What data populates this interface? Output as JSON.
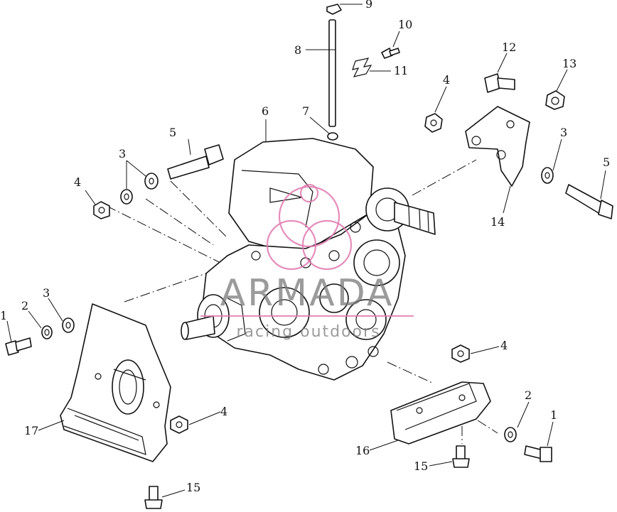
{
  "watermark": {
    "brand": "ARMADA",
    "tagline": "racing outdoors",
    "color": "#e07ab0"
  },
  "callouts": {
    "c1a": "1",
    "c1b": "1",
    "c2a": "2",
    "c2b": "2",
    "c3a": "3",
    "c3b": "3",
    "c3c": "3",
    "c4a": "4",
    "c4b": "4",
    "c4c": "4",
    "c4d": "4",
    "c5a": "5",
    "c5b": "5",
    "c6": "6",
    "c7": "7",
    "c8": "8",
    "c9": "9",
    "c10": "10",
    "c11": "11",
    "c12": "12",
    "c13": "13",
    "c14": "14",
    "c15a": "15",
    "c15b": "15",
    "c16": "16",
    "c17": "17"
  }
}
